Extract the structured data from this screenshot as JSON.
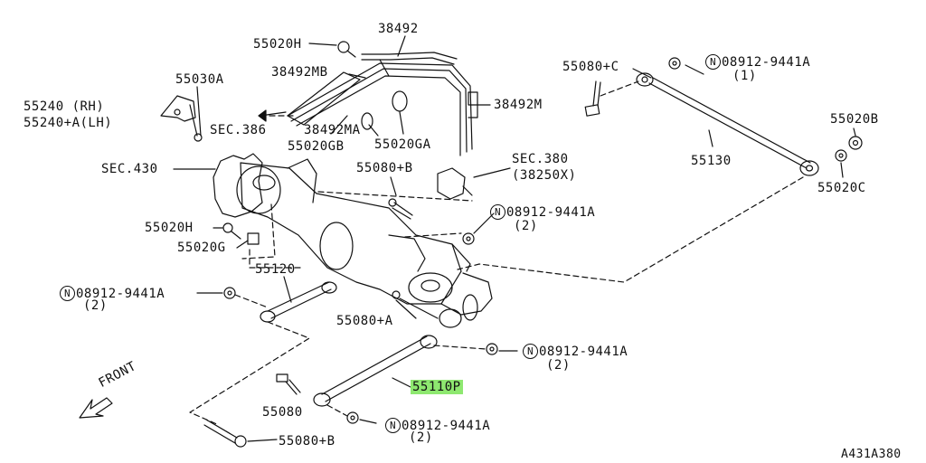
{
  "labels": {
    "p38492": "38492",
    "p55020H_top": "55020H",
    "p38492MB": "38492MB",
    "p55030A": "55030A",
    "p55240_rh": "55240 (RH)",
    "p55240_lh": "55240+A(LH)",
    "sec386": "SEC.386",
    "p38492MA": "38492MA",
    "p55020GB": "55020GB",
    "p55020GA": "55020GA",
    "p38492M": "38492M",
    "sec380": "SEC.380",
    "sec380_sub": "(38250X)",
    "sec430": "SEC.430",
    "p55080B_mid": "55080+B",
    "p55080C": "55080+C",
    "n_top_num": "08912-9441A",
    "n_top_qty": "(1)",
    "p55020B": "55020B",
    "p55130": "55130",
    "p55020C": "55020C",
    "n_mid_num": "08912-9441A",
    "n_mid_qty": "(2)",
    "p55020H_left": "55020H",
    "p55020G": "55020G",
    "p55120": "55120",
    "n_left_num": "08912-9441A",
    "n_left_qty": "(2)",
    "p55080A": "55080+A",
    "n_right_num": "08912-9441A",
    "n_right_qty": "(2)",
    "p55110P": "55110P",
    "p55080": "55080",
    "n_bot_num": "08912-9441A",
    "n_bot_qty": "(2)",
    "p55080B_bot": "55080+B",
    "front": "FRONT",
    "diagram_code": "A431A380",
    "n_symbol": "N"
  },
  "colors": {
    "highlight": "#8ee870",
    "line": "#111111"
  }
}
